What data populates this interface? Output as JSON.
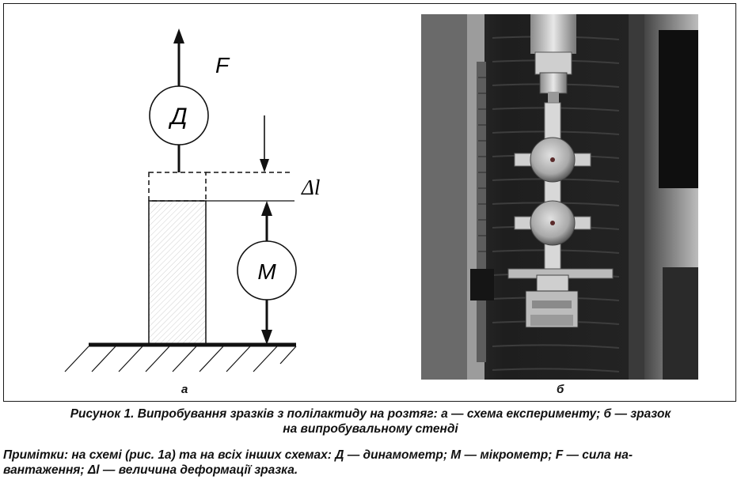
{
  "figure": {
    "schema": {
      "force_label": "F",
      "dynamometer_label": "Д",
      "micrometer_label": "М",
      "deformation_label": "Δl",
      "panel_label": "а"
    },
    "photo": {
      "panel_label": "б"
    },
    "caption": {
      "line1": "Рисунок 1. Випробування зразків з полілактиду на розтяг: а — схема експерименту; б — зразок",
      "line2": "на випробувальному стенді"
    },
    "notes": {
      "line1": "Примітки: на схемі (рис. 1а) та на всіх інших схемах: Д — динамометр; М — мікрометр; F — сила на-",
      "line2": "вантаження; Δl — величина деформації зразка."
    }
  }
}
